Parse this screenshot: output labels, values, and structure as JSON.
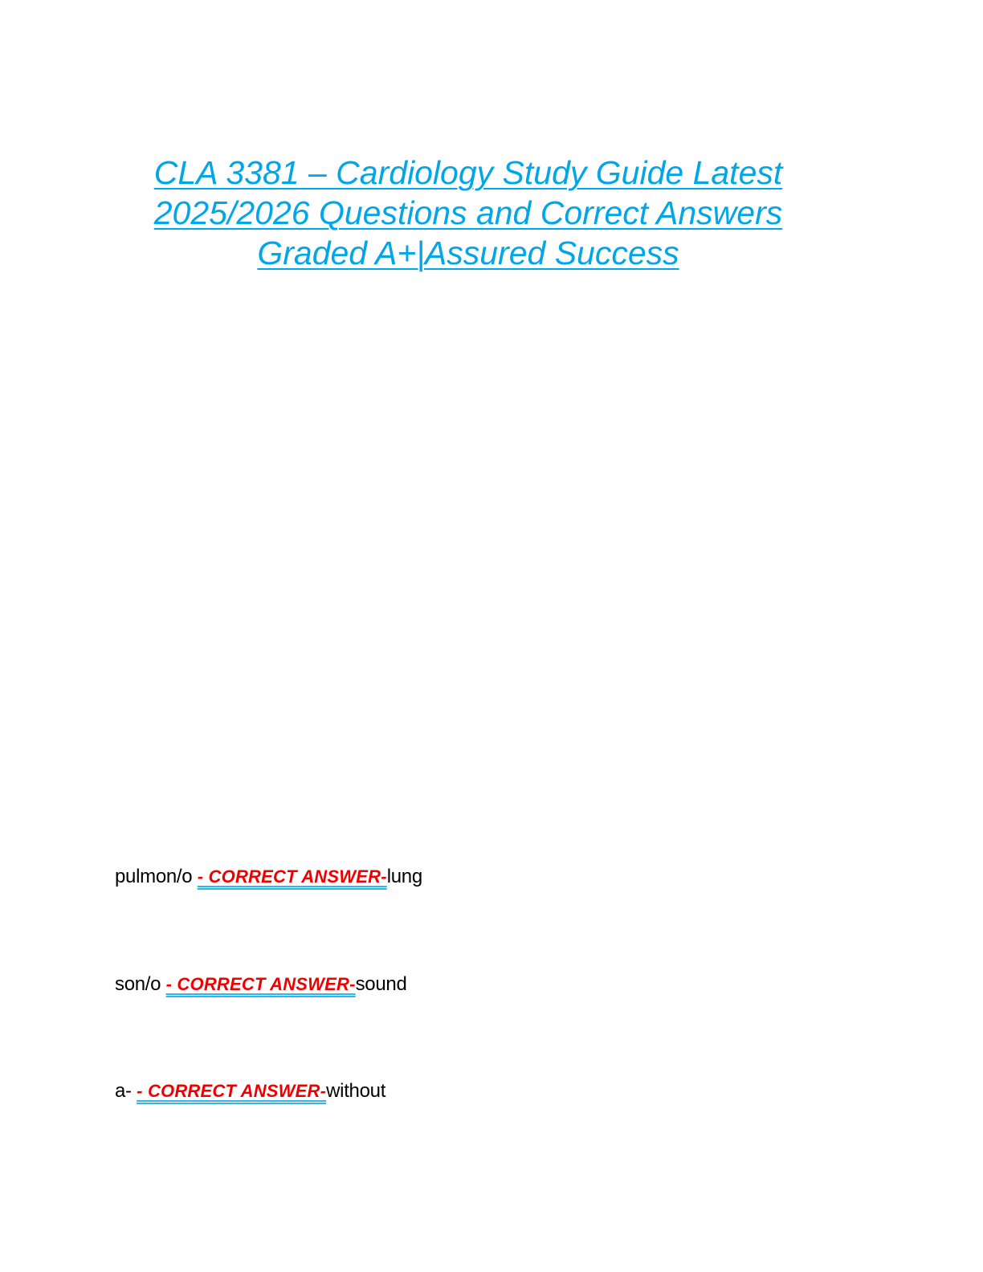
{
  "document": {
    "title_lines": [
      "CLA 3381 – Cardiology Study Guide Latest",
      "2025/2026 Questions and Correct Answers",
      "Graded A+|Assured Success"
    ],
    "title_color": "#00a6e8",
    "answer_tag_color": "#ee0000",
    "answer_tag_underline_color": "#33b5e8",
    "qa_items": [
      {
        "term": "pulmon/o ",
        "tag": "- CORRECT ANSWER-",
        "answer": "lung"
      },
      {
        "term": "son/o ",
        "tag": "- CORRECT ANSWER-",
        "answer": "sound"
      },
      {
        "term": "a- ",
        "tag": "- CORRECT ANSWER-",
        "answer": "without"
      }
    ]
  }
}
